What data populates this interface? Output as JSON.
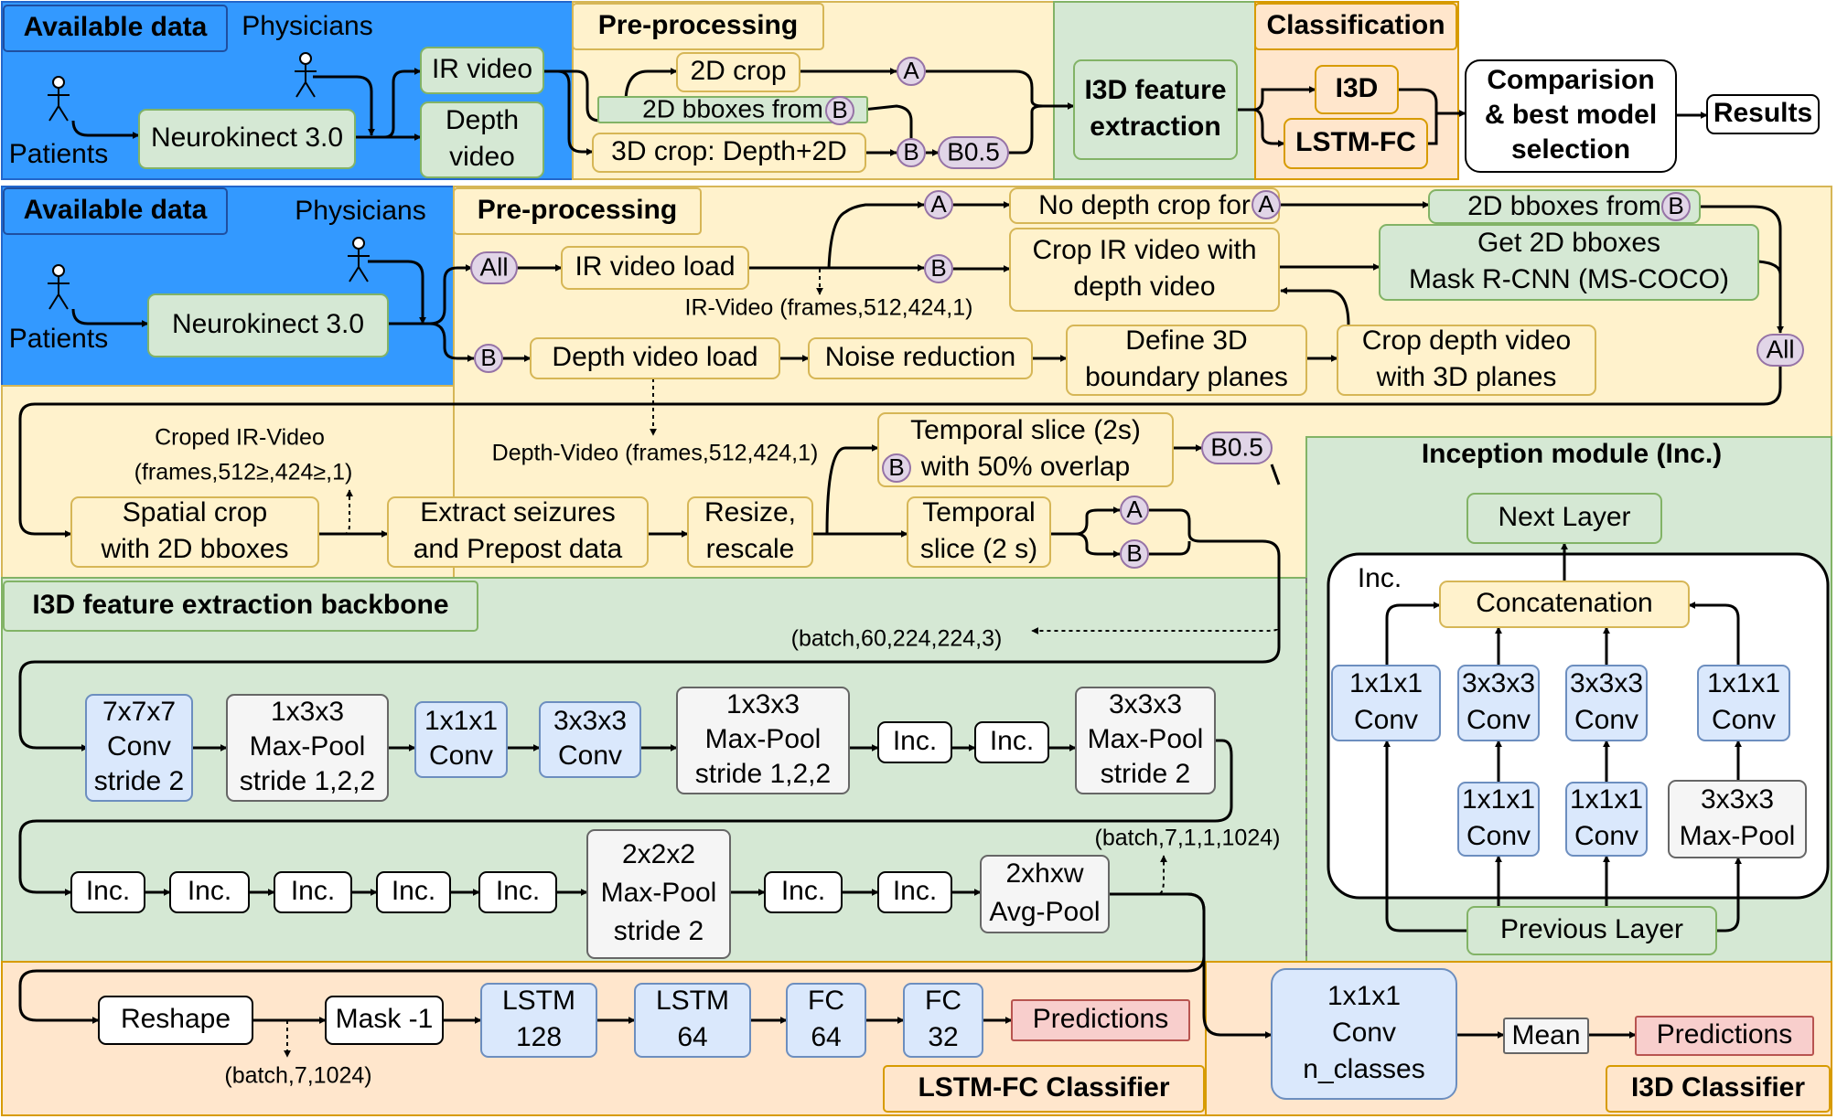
{
  "top": {
    "available_data": "Available data",
    "physicians": "Physicians",
    "patients": "Patients",
    "neurokinect": "Neurokinect 3.0",
    "ir_video": "IR video",
    "depth_video": [
      "Depth",
      "video"
    ],
    "preprocessing": "Pre-processing",
    "crop_2d": "2D crop",
    "bboxes_from": "2D bboxes from",
    "crop_3d": "3D crop: Depth+2D",
    "b05": "B0.5",
    "i3d_feature": [
      "I3D feature",
      "extraction"
    ],
    "classification": "Classification",
    "i3d": "I3D",
    "lstm_fc": "LSTM-FC",
    "comparison": [
      "Comparision",
      "& best model",
      "selection"
    ],
    "results": "Results"
  },
  "labels": {
    "a": "A",
    "b": "B",
    "all": "All"
  },
  "pre": {
    "available_data": "Available data",
    "physicians": "Physicians",
    "patients": "Patients",
    "neurokinect": "Neurokinect 3.0",
    "preprocessing": "Pre-processing",
    "ir_video_load": "IR video load",
    "ir_video_shape": "IR-Video (frames,512,424,1)",
    "depth_video_load": "Depth video load",
    "depth_video_shape": "Depth-Video (frames,512,424,1)",
    "noise_reduction": "Noise reduction",
    "define_3d": [
      "Define 3D",
      "boundary planes"
    ],
    "crop_depth_3d": [
      "Crop depth video",
      "with 3D planes"
    ],
    "no_depth_crop": "No depth crop for",
    "crop_ir_with_depth": [
      "Crop IR video with",
      "depth video"
    ],
    "bboxes_from": "2D bboxes from",
    "get_2d_bboxes": [
      "Get 2D bboxes",
      "Mask R-CNN (MS-COCO)"
    ],
    "croped_ir": [
      "Croped IR-Video",
      "(frames,512≥,424≥,1)"
    ],
    "spatial_crop": [
      "Spatial crop",
      "with 2D bboxes"
    ],
    "extract_seizures": [
      "Extract seizures",
      "and Prepost data"
    ],
    "resize": [
      "Resize,",
      "rescale"
    ],
    "temporal_overlap": [
      "Temporal slice (2s)",
      "with 50% overlap"
    ],
    "temporal_slice": [
      "Temporal",
      "slice (2 s)"
    ],
    "b05": "B0.5"
  },
  "backbone": {
    "title": "I3D feature extraction backbone",
    "input_shape": "(batch,60,224,224,3)",
    "row1": [
      [
        "7x7x7",
        "Conv",
        "stride 2"
      ],
      [
        "1x3x3",
        "Max-Pool",
        "stride 1,2,2"
      ],
      [
        "1x1x1",
        "Conv"
      ],
      [
        "3x3x3",
        "Conv"
      ],
      [
        "1x3x3",
        "Max-Pool",
        "stride 1,2,2"
      ],
      [
        "Inc."
      ],
      [
        "Inc."
      ],
      [
        "3x3x3",
        "Max-Pool",
        "stride 2"
      ]
    ],
    "row2": [
      [
        "Inc."
      ],
      [
        "Inc."
      ],
      [
        "Inc."
      ],
      [
        "Inc."
      ],
      [
        "Inc."
      ],
      [
        "2x2x2",
        "Max-Pool",
        "stride 2"
      ],
      [
        "Inc."
      ],
      [
        "Inc."
      ],
      [
        "2xhxw",
        "Avg-Pool"
      ]
    ],
    "output_shape": "(batch,7,1,1,1024)"
  },
  "inception": {
    "title": "Inception module (Inc.)",
    "next_layer": "Next Layer",
    "inc": "Inc.",
    "concatenation": "Concatenation",
    "top_blocks": [
      [
        "1x1x1",
        "Conv"
      ],
      [
        "3x3x3",
        "Conv"
      ],
      [
        "3x3x3",
        "Conv"
      ],
      [
        "1x1x1",
        "Conv"
      ]
    ],
    "bottom_blocks": [
      [
        "1x1x1",
        "Conv"
      ],
      [
        "1x1x1",
        "Conv"
      ],
      [
        "3x3x3",
        "Max-Pool"
      ]
    ],
    "previous_layer": "Previous Layer"
  },
  "lstm_classifier": {
    "reshape": "Reshape",
    "mask": "Mask -1",
    "shape": "(batch,7,1024)",
    "blocks": [
      [
        "LSTM",
        "128"
      ],
      [
        "LSTM",
        "64"
      ],
      [
        "FC",
        "64"
      ],
      [
        "FC",
        "32"
      ]
    ],
    "predictions": "Predictions",
    "title": "LSTM-FC Classifier"
  },
  "i3d_classifier": {
    "conv": [
      "1x1x1",
      "Conv",
      "n_classes"
    ],
    "mean": "Mean",
    "predictions": "Predictions",
    "title": "I3D Classifier"
  },
  "colors": {
    "blue_panel": "#3399ff",
    "yellow_panel": "#fff2cc",
    "green_panel": "#d5e8d4",
    "orange_panel": "#ffe6cc",
    "box_green": "#d5e8d4",
    "box_blue": "#dae8fc",
    "box_gray": "#f5f5f5",
    "box_red": "#f8cecc",
    "circle_purple": "#e1d5e7"
  }
}
